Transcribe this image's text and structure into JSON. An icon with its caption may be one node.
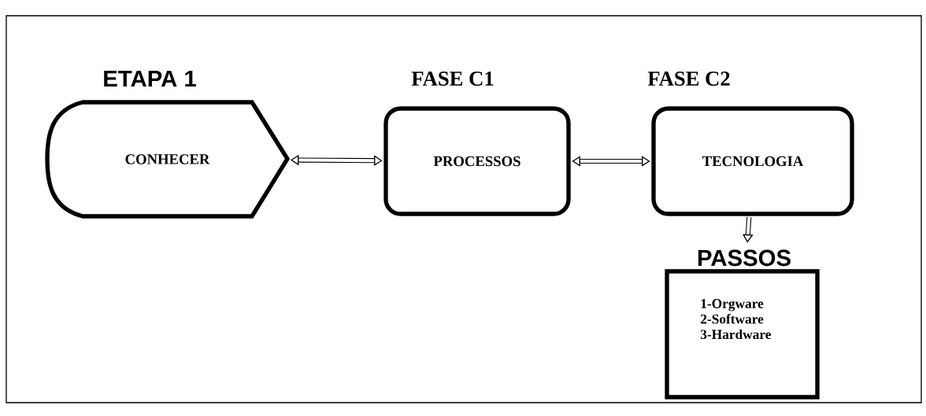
{
  "diagram": {
    "nodes": [
      {
        "text": [
          "ETAPA 1",
          "CONHECER"
        ]
      },
      {
        "text": [
          "FASE C1",
          "PROCESSOS"
        ]
      },
      {
        "text": [
          "FASE C2",
          "TECNOLOGIA"
        ]
      },
      {
        "text": [
          "PASSOS",
          "1-Orgware",
          "2-Software",
          "3-Hardware"
        ]
      }
    ],
    "edges": [
      {
        "from": 0,
        "to": 1,
        "arrow": "both"
      },
      {
        "from": 1,
        "to": 2,
        "arrow": "both"
      },
      {
        "from": 2,
        "to": 3,
        "arrow": "to"
      }
    ]
  }
}
